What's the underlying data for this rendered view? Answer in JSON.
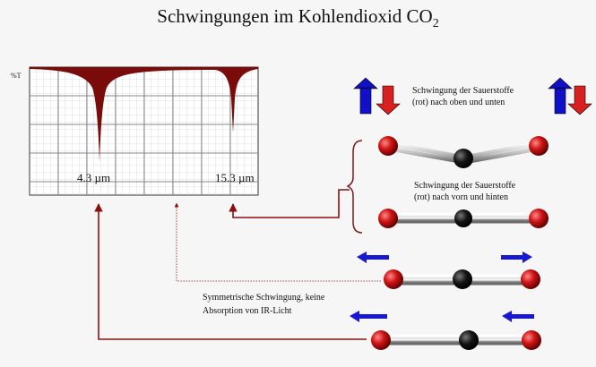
{
  "title": "Schwingungen im Kohlendioxid CO",
  "title_sub": "2",
  "spectrum": {
    "y_unit": "%T",
    "peak1_label": "4.3 µm",
    "peak2_label": "15.3 µm"
  },
  "labels": {
    "bend_vertical": [
      "Schwingung der Sauerstoffe",
      "(rot) nach oben und unten"
    ],
    "bend_horizontal": [
      "Schwingung der Sauerstoffe",
      "(rot) nach vorn und hinten"
    ],
    "symmetric": [
      "Symmetrische Schwingung, keine",
      "Absorption von IR-Licht"
    ]
  },
  "colors": {
    "oxygen": "#d01515",
    "carbon": "#111111",
    "arrow_up": "#1010c8",
    "arrow_down": "#d82020",
    "arrow_blue": "#1818d0",
    "connector": "#8a1010",
    "spectrum_fill": "#7a0b0b"
  }
}
